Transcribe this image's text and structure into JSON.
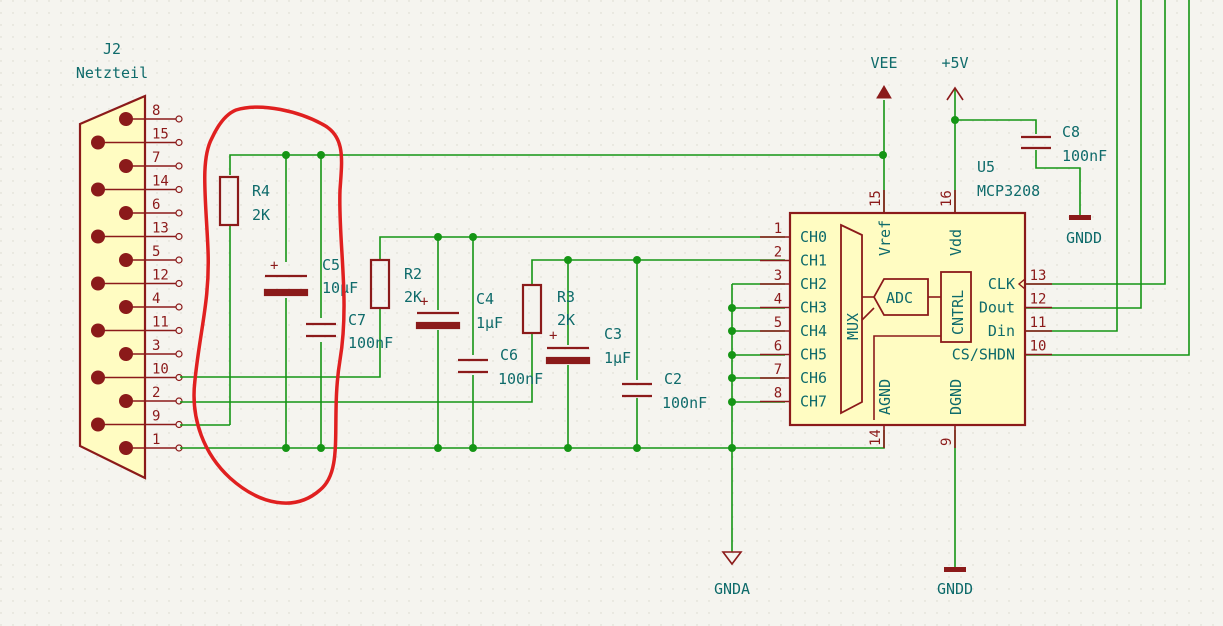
{
  "connector": {
    "ref": "J2",
    "value": "Netzteil",
    "pins": [
      "8",
      "15",
      "7",
      "14",
      "6",
      "13",
      "5",
      "12",
      "4",
      "11",
      "3",
      "10",
      "2",
      "9",
      "1"
    ]
  },
  "resistors": [
    {
      "ref": "R4",
      "value": "2K"
    },
    {
      "ref": "R2",
      "value": "2K"
    },
    {
      "ref": "R3",
      "value": "2K"
    }
  ],
  "capacitors": [
    {
      "ref": "C5",
      "value": "10µF"
    },
    {
      "ref": "C7",
      "value": "100nF"
    },
    {
      "ref": "C4",
      "value": "1µF"
    },
    {
      "ref": "C6",
      "value": "100nF"
    },
    {
      "ref": "C3",
      "value": "1µF"
    },
    {
      "ref": "C2",
      "value": "100nF"
    },
    {
      "ref": "C8",
      "value": "100nF"
    }
  ],
  "ic": {
    "ref": "U5",
    "value": "MCP3208",
    "left_pins": [
      {
        "num": "1",
        "name": "CH0"
      },
      {
        "num": "2",
        "name": "CH1"
      },
      {
        "num": "3",
        "name": "CH2"
      },
      {
        "num": "4",
        "name": "CH3"
      },
      {
        "num": "5",
        "name": "CH4"
      },
      {
        "num": "6",
        "name": "CH5"
      },
      {
        "num": "7",
        "name": "CH6"
      },
      {
        "num": "8",
        "name": "CH7"
      }
    ],
    "right_pins": [
      {
        "num": "13",
        "name": "CLK"
      },
      {
        "num": "12",
        "name": "Dout"
      },
      {
        "num": "11",
        "name": "Din"
      },
      {
        "num": "10",
        "name": "CS/SHDN"
      }
    ],
    "top_pins": [
      {
        "num": "15",
        "name": "Vref"
      },
      {
        "num": "16",
        "name": "Vdd"
      }
    ],
    "bottom_pins": [
      {
        "num": "14",
        "name": "AGND"
      },
      {
        "num": "9",
        "name": "DGND"
      }
    ],
    "blocks": {
      "mux": "MUX",
      "adc": "ADC",
      "ctrl": "CNTRL"
    }
  },
  "power": {
    "vee": "VEE",
    "v5": "+5V",
    "gnda": "GNDA",
    "gndd_bottom": "GNDD",
    "gndd_c8": "GNDD"
  },
  "colors": {
    "wire": "#159515",
    "component": "#8b1a1a",
    "text": "#0f6b6b",
    "ic_fill": "#fffcc2",
    "highlight": "#e02020",
    "background": "#f5f4ef"
  }
}
